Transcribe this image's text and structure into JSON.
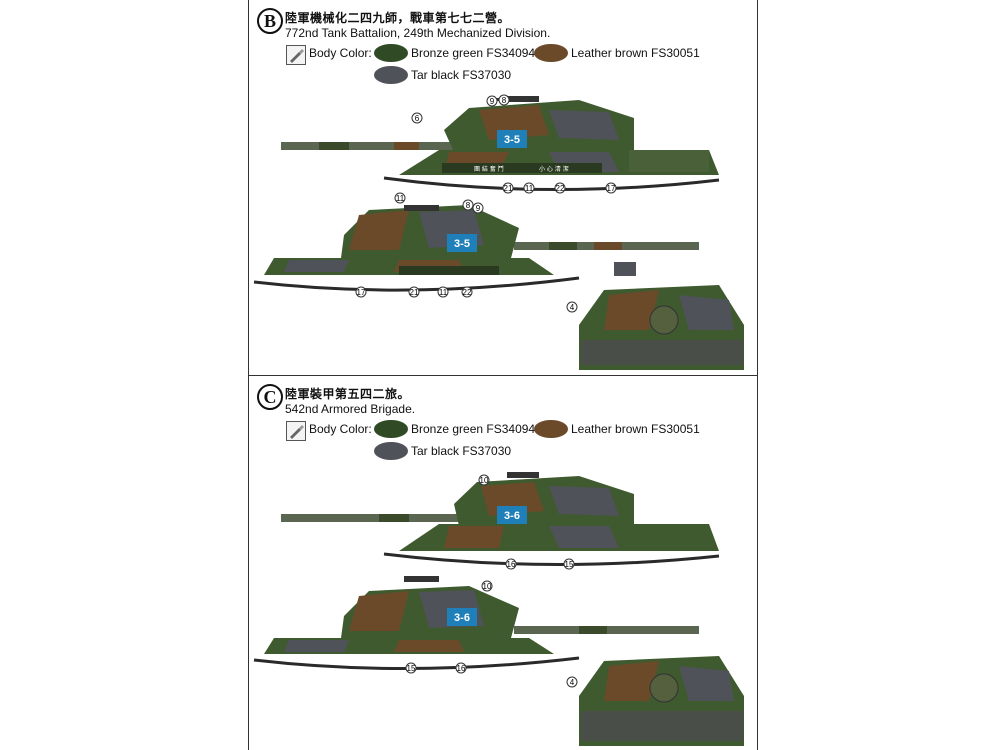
{
  "schemes": [
    {
      "badge": "B",
      "title_zh": "陸軍機械化二四九師，戰車第七七二營。",
      "title_en": "772nd Tank Battalion, 249th Mechanized Division.",
      "body_color_label": "Body Color:",
      "paints": [
        {
          "label": "Bronze green FS34094",
          "color": "#2f4a24"
        },
        {
          "label": "Leather brown FS30051",
          "color": "#6b4a2a"
        },
        {
          "label": "Tar black FS37030",
          "color": "#4f5258"
        }
      ],
      "turret_number": "3-5",
      "side_text": "團 結 奮 鬥",
      "side_text_2": "小 心 清 潔",
      "callouts_top": [
        "9",
        "8",
        "6",
        "21",
        "11",
        "22",
        "17"
      ],
      "callouts_bottom": [
        "11",
        "8",
        "9",
        "17",
        "21",
        "11",
        "22"
      ],
      "callout_front": "4"
    },
    {
      "badge": "C",
      "title_zh": "陸軍裝甲第五四二旅。",
      "title_en": "542nd Armored Brigade.",
      "body_color_label": "Body Color:",
      "paints": [
        {
          "label": "Bronze green FS34094",
          "color": "#2f4a24"
        },
        {
          "label": "Leather brown FS30051",
          "color": "#6b4a2a"
        },
        {
          "label": "Tar black FS37030",
          "color": "#4f5258"
        }
      ],
      "turret_number": "3-6",
      "callouts_top": [
        "10",
        "16",
        "15"
      ],
      "callouts_bottom": [
        "10",
        "15",
        "16"
      ],
      "callout_front": "4"
    }
  ]
}
